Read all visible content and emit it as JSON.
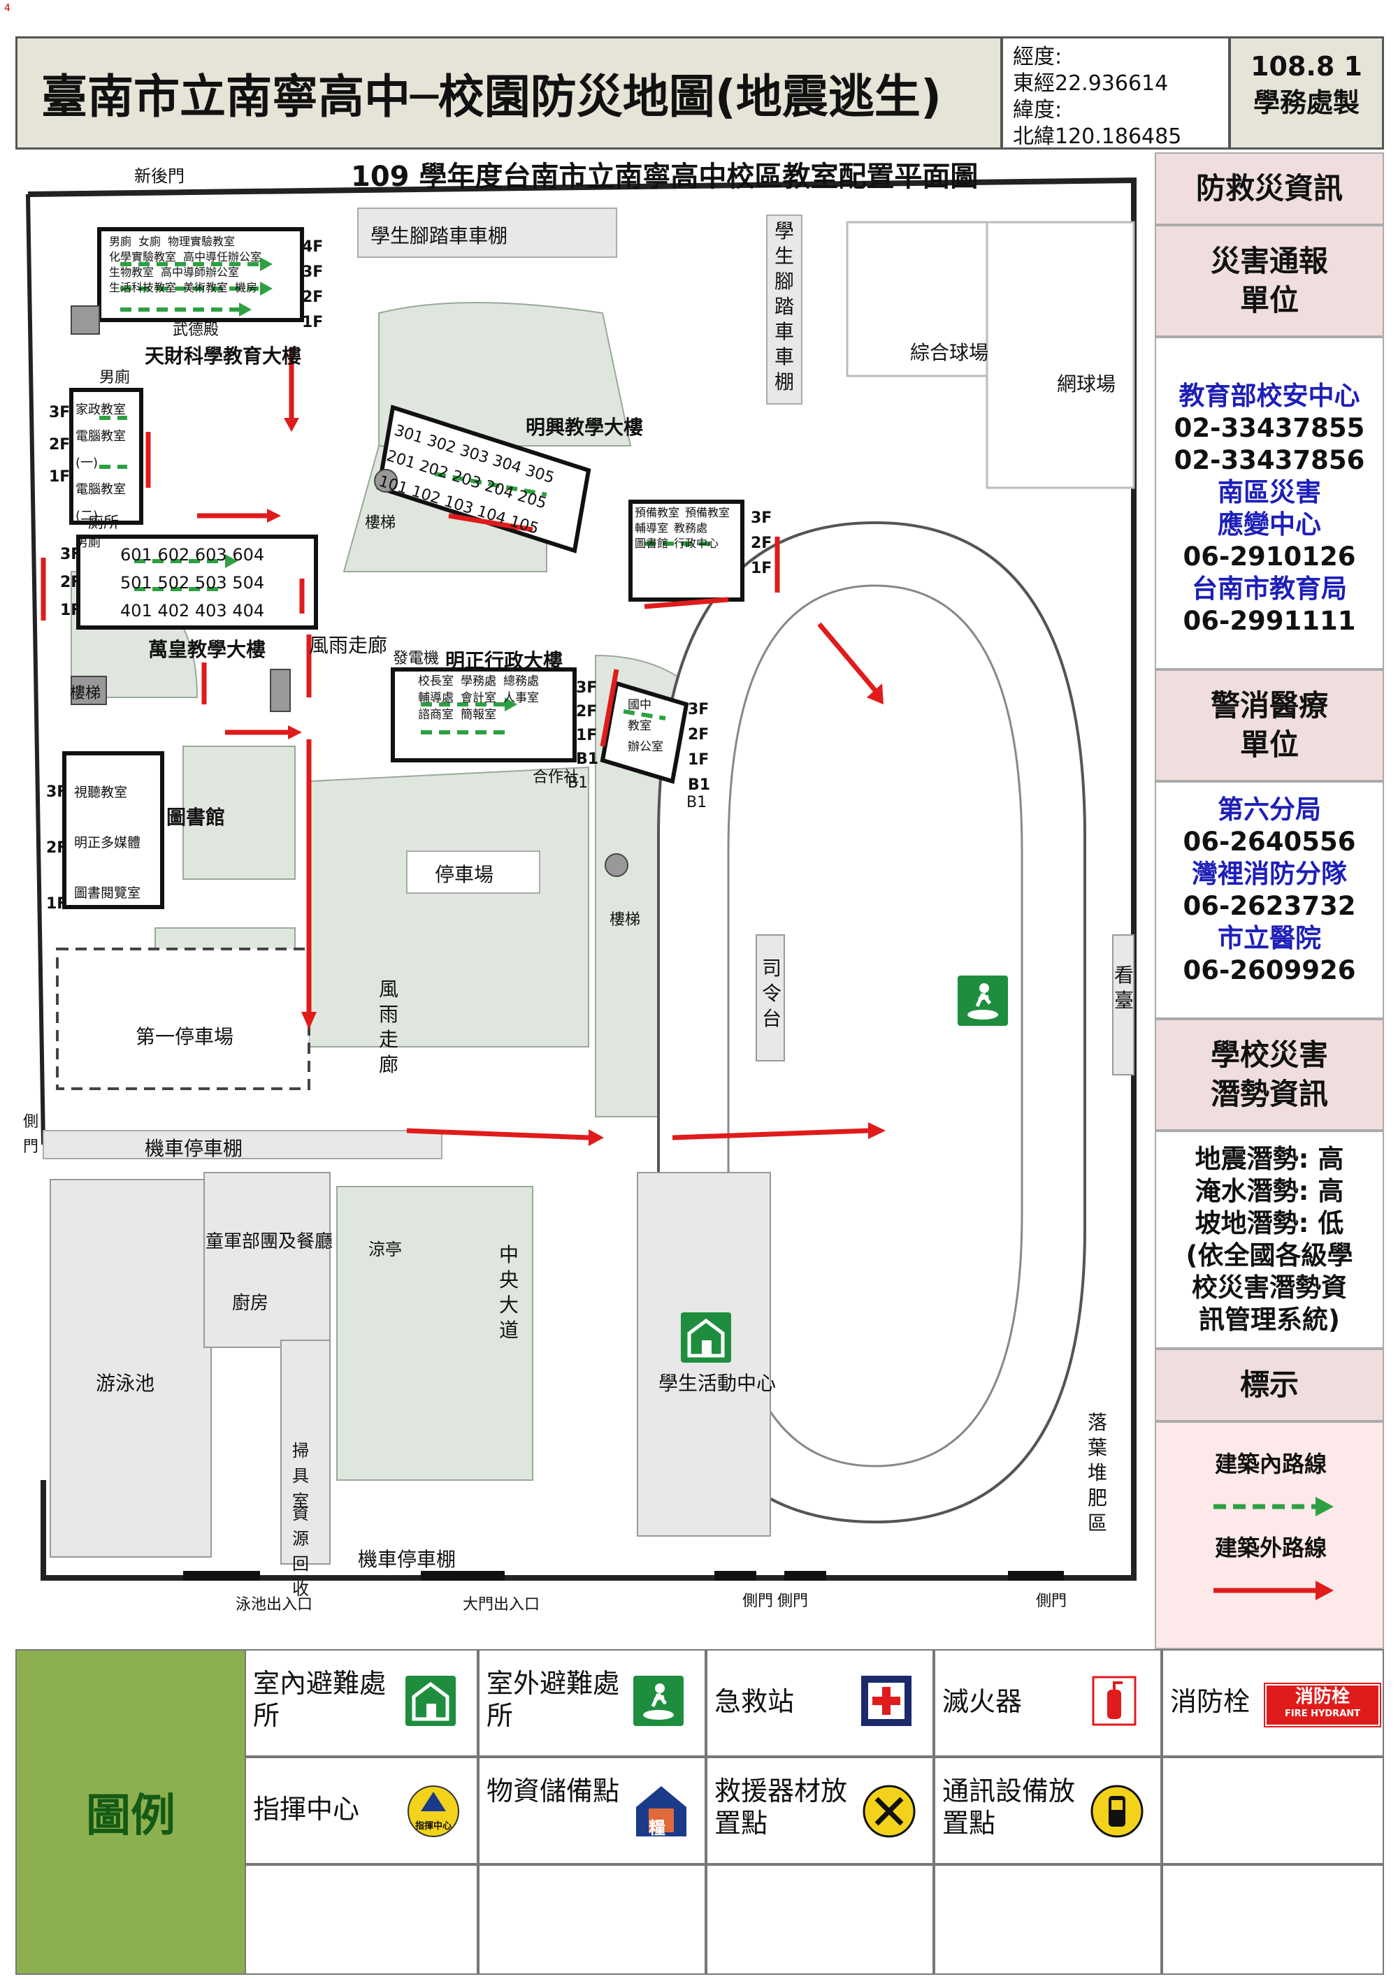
{
  "header": {
    "title": "臺南市立南寧高中─校園防災地圖(地震逃生)",
    "lon_label": "經度:",
    "lon_value": "東經22.936614",
    "lat_label": "緯度:",
    "lat_value": "北緯120.186485",
    "date": "108.8 1",
    "maker": "學務處製"
  },
  "page_marker": "4",
  "map": {
    "title": "109 學年度台南市立南寧高中校區教室配置平面圖",
    "labels": {
      "north_back_gate": "新後門",
      "bike_shed_top": "學生腳踏車車棚",
      "bike_shed_vertical": "學生腳踏車車棚",
      "court": "綜合球場",
      "tennis": "網球場",
      "tiancai": "天財科學教育大樓",
      "mingxing": "明興教學大樓",
      "wanhuang": "萬皇教學大樓",
      "mingzheng": "明正行政大樓",
      "corridor": "風雨走廊",
      "corridor_vertical": "風雨走廊",
      "library": "圖書館",
      "parking_lot": "停車場",
      "first_parking": "第一停車場",
      "moto_shed": "機車停車棚",
      "moto_shed_bottom": "機車停車棚",
      "scout": "童軍部團及餐廳",
      "kitchen": "廚房",
      "pool": "游泳池",
      "pavilion": "涼亭",
      "central_road": "中央大道",
      "activity_center": "學生活動中心",
      "stage": "司令台",
      "stand": "看臺",
      "compost": "落葉堆肥區",
      "tool_room": "掃具室",
      "recycle": "資源回收",
      "side_gate_left": "側門",
      "pool_gate": "泳池出入口",
      "main_gate": "大門出入口",
      "side_gate_1": "側門",
      "side_gate_2": "側門",
      "side_gate_3": "側門",
      "stairs": "樓梯",
      "power_room": "發電機",
      "hall_gov": "合作社",
      "toilet_m": "男廁",
      "toilet": "廁所",
      "wude": "武德殿",
      "b1": "B1"
    },
    "tiancai_rooms": [
      "男廁",
      "女廁",
      "物理實驗教室",
      "化學實驗教室",
      "高中導任辦公室",
      "生物教室",
      "高中導師辦公室",
      "生活科技教室",
      "美術教室",
      "機房"
    ],
    "tiancai_floors": [
      "4F",
      "3F",
      "2F",
      "1F"
    ],
    "west_block_rooms": [
      "家政教室",
      "電腦教室(一)",
      "電腦教室(二)",
      "男廁"
    ],
    "west_block_floors": [
      "3F",
      "2F",
      "1F"
    ],
    "wanhuang_rooms": [
      [
        "601",
        "602",
        "603",
        "604"
      ],
      [
        "501",
        "502",
        "503",
        "504"
      ],
      [
        "401",
        "402",
        "403",
        "404"
      ]
    ],
    "wanhuang_floors": [
      "3F",
      "2F",
      "1F"
    ],
    "mingxing_rooms": [
      [
        "301",
        "302",
        "303",
        "304",
        "305"
      ],
      [
        "201",
        "202",
        "203",
        "204",
        "205"
      ],
      [
        "101",
        "102",
        "103",
        "104",
        "105"
      ]
    ],
    "east_block_rooms": [
      "預備教室",
      "預備教室",
      "輔導室",
      "教務處",
      "圖書館",
      "行政中心"
    ],
    "east_block_floors": [
      "3F",
      "2F",
      "1F"
    ],
    "admin_rooms": [
      "校長室",
      "學務處",
      "總務處",
      "輔導處",
      "會計室",
      "人事室",
      "諮商室",
      "簡報室"
    ],
    "admin_floors": [
      "3F",
      "2F",
      "1F",
      "B1"
    ],
    "se_block_rooms": [
      "國中",
      "教室",
      "辦公室"
    ],
    "se_block_floors": [
      "3F",
      "2F",
      "1F",
      "B1"
    ],
    "library_rooms": [
      "視聽教室",
      "明正多媒體",
      "圖書閱覽室"
    ],
    "library_floors": [
      "3F",
      "2F",
      "1F"
    ],
    "route_colors": {
      "inside": "#2ea043",
      "outside": "#e01b1b"
    }
  },
  "panel": {
    "title": "防救災資訊",
    "report_title": "災害通報單位",
    "report_lines": [
      {
        "text": "教育部校安中心",
        "style": "blue"
      },
      {
        "text": "02-33437855",
        "style": "blk"
      },
      {
        "text": "02-33437856",
        "style": "blk"
      },
      {
        "text": "南區災害",
        "style": "blue"
      },
      {
        "text": "應變中心",
        "style": "blue"
      },
      {
        "text": "06-2910126",
        "style": "blk"
      },
      {
        "text": "台南市教育局",
        "style": "blue"
      },
      {
        "text": "06-2991111",
        "style": "blk"
      }
    ],
    "police_title": "警消醫療單位",
    "police_lines": [
      {
        "text": "第六分局",
        "style": "blue"
      },
      {
        "text": "06-2640556",
        "style": "blk"
      },
      {
        "text": "灣裡消防分隊",
        "style": "blue"
      },
      {
        "text": "06-2623732",
        "style": "blk"
      },
      {
        "text": "市立醫院",
        "style": "blue"
      },
      {
        "text": "06-2609926",
        "style": "blk"
      }
    ],
    "potential_title": "學校災害潛勢資訊",
    "potential_lines": [
      "地震潛勢: 高",
      "淹水潛勢: 高",
      "坡地潛勢: 低",
      "(依全國各級學",
      "校災害潛勢資",
      "訊管理系統)"
    ],
    "legend_title": "標示",
    "inside_route": "建築內路線",
    "outside_route": "建築外路線"
  },
  "legend": {
    "title": "圖例",
    "items": [
      {
        "label": "室內避難處所",
        "icon": "indoor-shelter-icon"
      },
      {
        "label": "室外避難處所",
        "icon": "outdoor-shelter-icon"
      },
      {
        "label": "急救站",
        "icon": "first-aid-icon"
      },
      {
        "label": "滅火器",
        "icon": "fire-extinguisher-icon"
      },
      {
        "label": "消防栓",
        "icon": "fire-hydrant-icon"
      },
      {
        "label": "指揮中心",
        "icon": "command-center-icon"
      },
      {
        "label": "物資儲備點",
        "icon": "supply-storage-icon"
      },
      {
        "label": "救援器材放置點",
        "icon": "rescue-equipment-icon"
      },
      {
        "label": "通訊設備放置點",
        "icon": "communication-device-icon"
      }
    ],
    "hydrant_text": "消防栓",
    "hydrant_sub": "FIRE HYDRANT",
    "command_text": "指揮中心",
    "storage_text": "糧"
  }
}
